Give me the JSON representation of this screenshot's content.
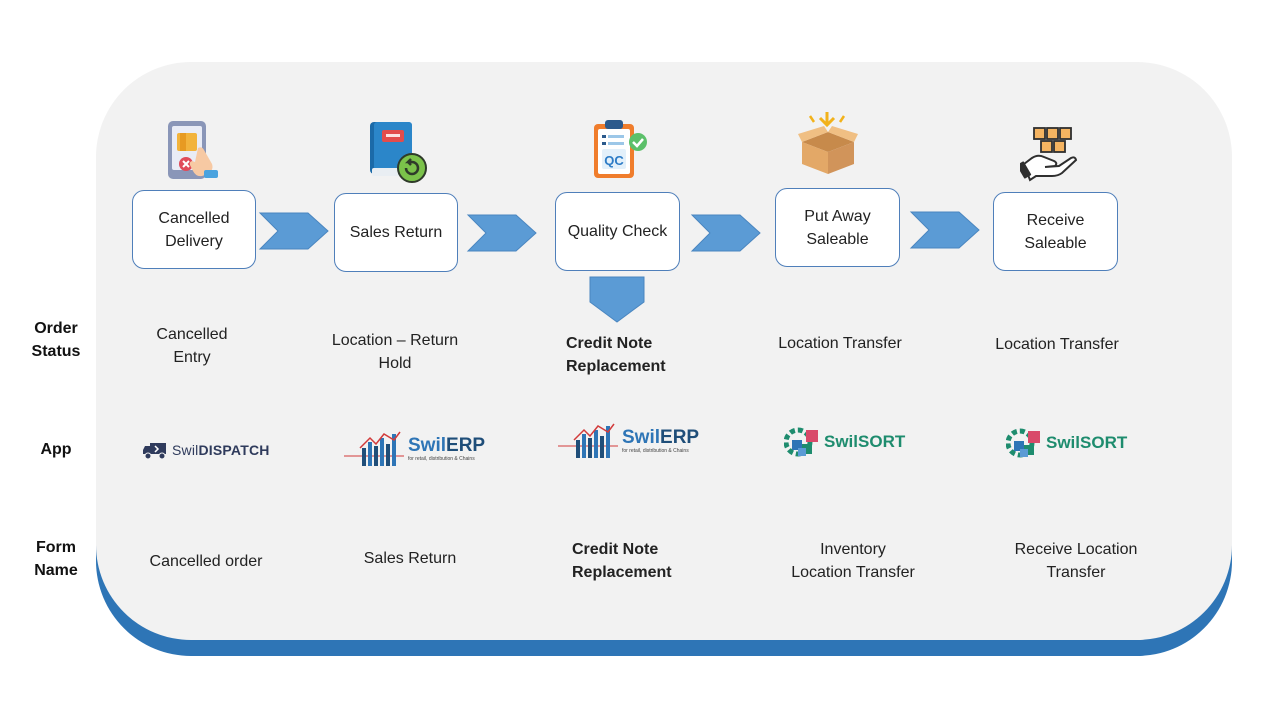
{
  "steps": [
    {
      "line1": "Cancelled",
      "line2": "Delivery",
      "icon": "cancel-order-phone-icon"
    },
    {
      "line1": "Sales Return",
      "line2": "",
      "icon": "return-book-icon"
    },
    {
      "line1": "Quality Check",
      "line2": "",
      "icon": "qc-clipboard-icon"
    },
    {
      "line1": "Put Away",
      "line2": "Saleable",
      "icon": "open-box-icon"
    },
    {
      "line1": "Receive",
      "line2": "Saleable",
      "icon": "receive-boxes-hand-icon"
    }
  ],
  "row_labels": {
    "order_status": {
      "line1": "Order",
      "line2": "Status"
    },
    "app": "App",
    "form_name": {
      "line1": "Form",
      "line2": "Name"
    }
  },
  "order_status": [
    {
      "line1": "Cancelled",
      "line2": "Entry"
    },
    {
      "line1": "Location – Return",
      "line2": "Hold"
    },
    {
      "line1": "Credit Note",
      "line2": "Replacement"
    },
    {
      "line1": "Location Transfer",
      "line2": ""
    },
    {
      "line1": "Location Transfer",
      "line2": ""
    }
  ],
  "apps": [
    {
      "prefix": "Swil",
      "name": "DISPATCH",
      "tagline": ""
    },
    {
      "prefix": "Swil",
      "name": "ERP",
      "tagline": "for retail, distribution & Chains"
    },
    {
      "prefix": "Swil",
      "name": "ERP",
      "tagline": "for retail, distribution & Chains"
    },
    {
      "prefix": "Swil",
      "name": "SORT",
      "tagline": ""
    },
    {
      "prefix": "Swil",
      "name": "SORT",
      "tagline": ""
    }
  ],
  "form_names": [
    {
      "line1": "Cancelled order",
      "line2": ""
    },
    {
      "line1": "Sales Return",
      "line2": ""
    },
    {
      "line1": "Credit Note",
      "line2": "Replacement"
    },
    {
      "line1": "Inventory",
      "line2": "Location Transfer"
    },
    {
      "line1": "Receive Location",
      "line2": "Transfer"
    }
  ],
  "colors": {
    "panel": "#f2f2f2",
    "panel_shadow": "#2e75b6",
    "arrow": "#5b9bd5",
    "box_border": "#4f7fba",
    "erp_blue": "#1f4e79",
    "sort_green": "#1e8c6e",
    "dispatch_navy": "#2f3b5c"
  }
}
